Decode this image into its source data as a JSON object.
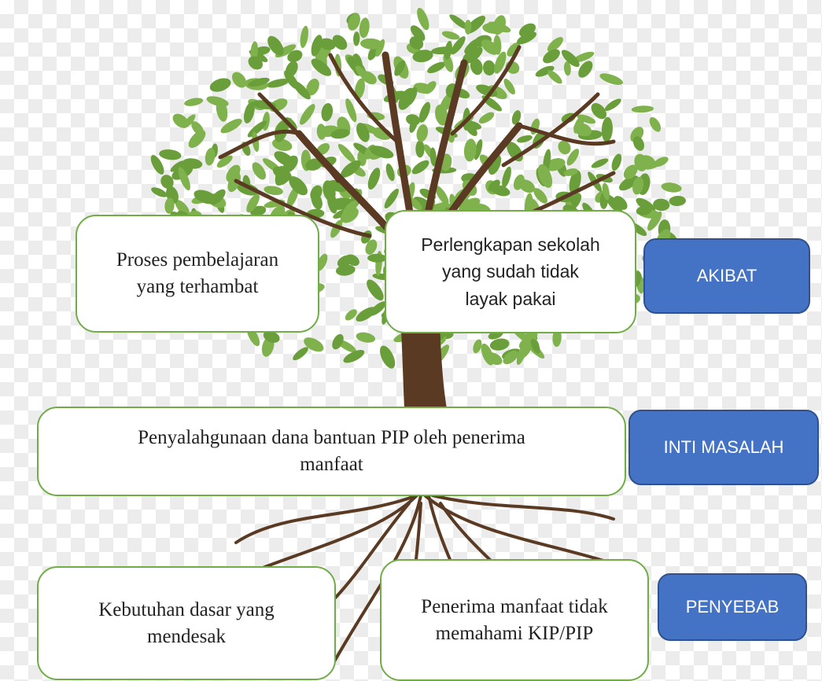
{
  "colors": {
    "box_border": "#70ad47",
    "tag_fill": "#4472c4",
    "tag_border": "#2f528f",
    "leaf": "#6a9e3a",
    "trunk": "#5a3a22"
  },
  "boxes": {
    "akibat_1": [
      "Proses pembelajaran",
      "yang terhambat"
    ],
    "akibat_2": [
      "Perlengkapan sekolah",
      "yang sudah tidak",
      "layak pakai"
    ],
    "inti": [
      "Penyalahgunaan dana bantuan PIP oleh penerima",
      "manfaat"
    ],
    "penyebab_1": [
      "Kebutuhan dasar yang",
      "mendesak"
    ],
    "penyebab_2": [
      "Penerima manfaat tidak",
      "memahami KIP/PIP"
    ]
  },
  "tags": {
    "akibat": "AKIBAT",
    "inti": "INTI MASALAH",
    "penyebab": "PENYEBAB"
  }
}
